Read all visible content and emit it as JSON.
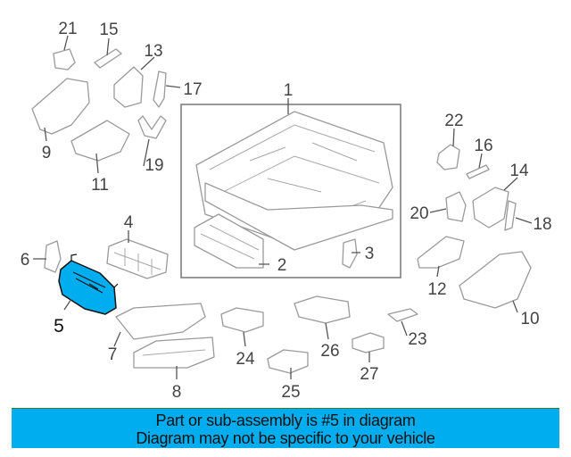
{
  "diagram": {
    "highlighted_part": "5",
    "highlight_color": "#00aeef",
    "callouts": [
      "1",
      "2",
      "3",
      "4",
      "5",
      "6",
      "7",
      "8",
      "9",
      "10",
      "11",
      "12",
      "13",
      "14",
      "15",
      "16",
      "17",
      "18",
      "19",
      "20",
      "21",
      "22",
      "23",
      "24",
      "25",
      "26",
      "27"
    ]
  },
  "banner": {
    "line1": "Part or sub-assembly is #5 in diagram",
    "line2": "Diagram may not be specific to your vehicle"
  }
}
